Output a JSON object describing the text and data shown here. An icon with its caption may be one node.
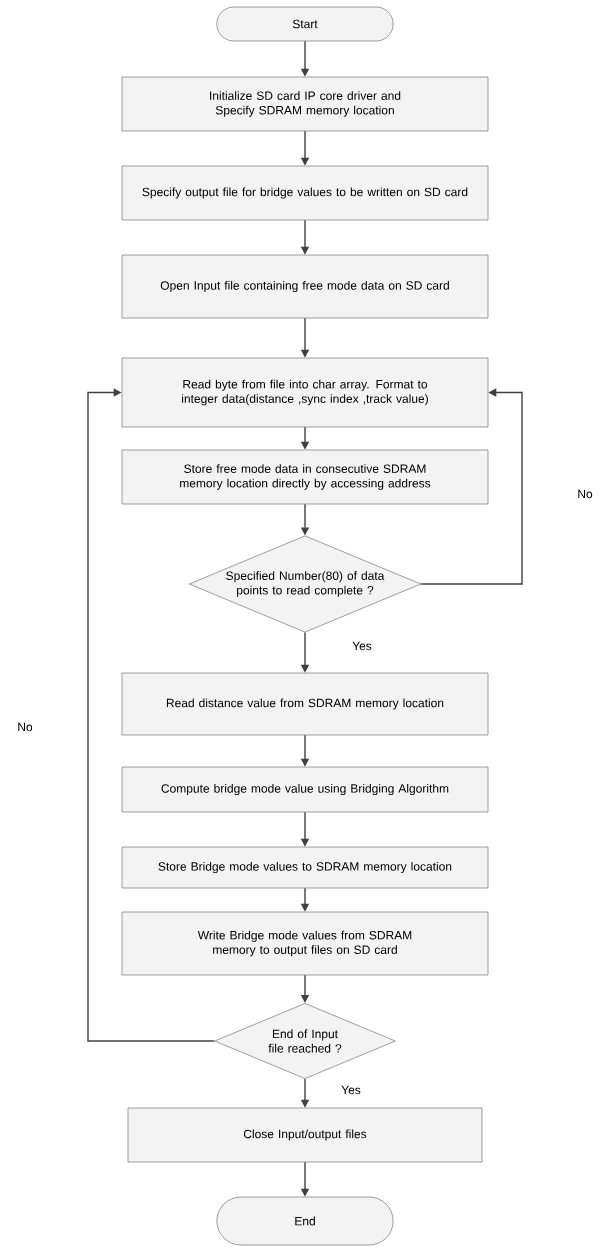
{
  "diagram": {
    "nodes": [
      {
        "text": [
          "Start"
        ]
      },
      {
        "text": [
          "Initialize SD card IP core driver and Specify SDRAM memory location"
        ]
      },
      {
        "text": [
          "Specify output file for bridge values to be written on SD card"
        ]
      },
      {
        "text": [
          "Open Input file containing free mode data on SD card"
        ]
      },
      {
        "text": [
          "Read byte from file into char array. Format to integer data(distance ,sync index ,track value)"
        ]
      },
      {
        "text": [
          "Store free mode data in consecutive SDRAM memory location directly by accessing address"
        ]
      },
      {
        "text": [
          "Specified Number(80) of data points to read complete ?"
        ]
      },
      {
        "text": [
          "Read distance value from SDRAM memory location"
        ]
      },
      {
        "text": [
          "Compute bridge mode value using Bridging Algorithm"
        ]
      },
      {
        "text": [
          "Store Bridge mode values to SDRAM memory location"
        ]
      },
      {
        "text": [
          "Write Bridge mode values from SDRAM memory to output files on SD card"
        ]
      },
      {
        "text": [
          "End of Input file reached ?"
        ]
      },
      {
        "text": [
          "Close Input/output files"
        ]
      },
      {
        "text": [
          "End"
        ]
      }
    ],
    "edges": [
      {
        "from": 0,
        "to": 1,
        "arrow": "to"
      },
      {
        "from": 1,
        "to": 2,
        "arrow": "to"
      },
      {
        "from": 2,
        "to": 3,
        "arrow": "to"
      },
      {
        "from": 3,
        "to": 4,
        "arrow": "to"
      },
      {
        "from": 4,
        "to": 5,
        "arrow": "to"
      },
      {
        "from": 5,
        "to": 6,
        "arrow": "to"
      },
      {
        "from": 6,
        "to": 7,
        "arrow": "to",
        "label": "Yes"
      },
      {
        "from": 6,
        "to": 4,
        "arrow": "to",
        "label": "No"
      },
      {
        "from": 7,
        "to": 8,
        "arrow": "to"
      },
      {
        "from": 8,
        "to": 9,
        "arrow": "to"
      },
      {
        "from": 9,
        "to": 10,
        "arrow": "to"
      },
      {
        "from": 10,
        "to": 11,
        "arrow": "to"
      },
      {
        "from": 11,
        "to": 12,
        "arrow": "to",
        "label": "Yes"
      },
      {
        "from": 11,
        "to": 4,
        "arrow": "to",
        "label": "No"
      },
      {
        "from": 12,
        "to": 13,
        "arrow": "to"
      }
    ]
  }
}
